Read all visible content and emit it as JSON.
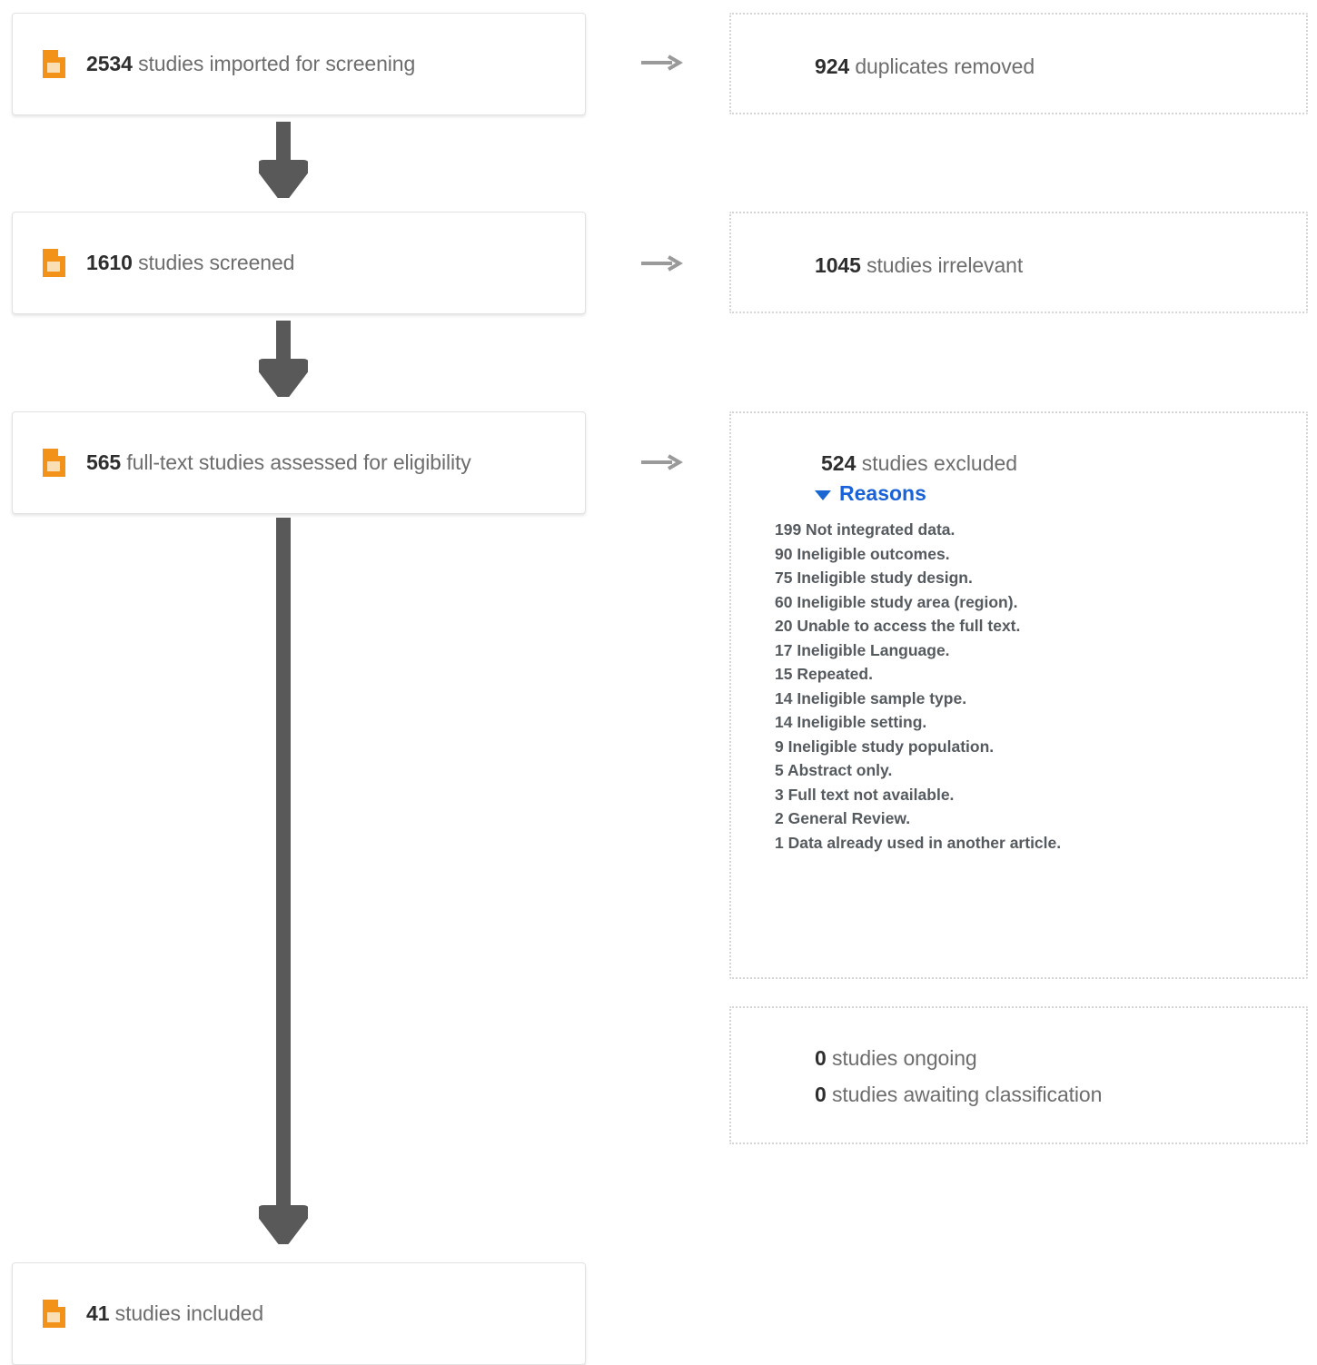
{
  "diagram": {
    "type": "prisma-flow-diagram",
    "stages": [
      {
        "id": "imported",
        "count": "2534",
        "label": " studies imported for screening",
        "icon": "document-icon"
      },
      {
        "id": "screened",
        "count": "1610",
        "label": " studies screened",
        "icon": "document-icon"
      },
      {
        "id": "fulltext",
        "count": "565",
        "label": " full-text studies assessed for eligibility",
        "icon": "document-icon"
      },
      {
        "id": "included",
        "count": "41",
        "label": " studies included",
        "icon": "document-icon"
      }
    ],
    "exclusions": [
      {
        "id": "duplicates",
        "count": "924",
        "label": " duplicates removed"
      },
      {
        "id": "irrelevant",
        "count": "1045",
        "label": " studies irrelevant"
      }
    ],
    "excluded": {
      "count": "524",
      "label": " studies excluded",
      "reasons_label": "Reasons",
      "reasons_expanded": true,
      "caret_icon": "caret-down-icon",
      "reasons": [
        "199 Not integrated data.",
        "90 Ineligible outcomes.",
        "75 Ineligible study design.",
        "60 Ineligible study area (region).",
        "20 Unable to access the full text.",
        "17 Ineligible Language.",
        "15 Repeated.",
        "14 Ineligible sample type.",
        "14 Ineligible setting.",
        "9 Ineligible study population.",
        "5 Abstract only.",
        "3 Full text not available.",
        "2 General Review.",
        "1 Data already used in another article."
      ]
    },
    "pending": [
      {
        "id": "ongoing",
        "count": "0",
        "label": " studies ongoing"
      },
      {
        "id": "awaiting",
        "count": "0",
        "label": " studies awaiting classification"
      }
    ],
    "colors": {
      "icon_orange": "#F29219",
      "reasons_blue": "#1A62D8",
      "arrow_gray": "#595959",
      "h_arrow_gray": "#9a9a9a",
      "box_border": "#E2E2E2",
      "dotted_border": "#D5D5D5",
      "text_gray": "#6D6D6D",
      "text_dark": "#2E2E2E"
    }
  }
}
